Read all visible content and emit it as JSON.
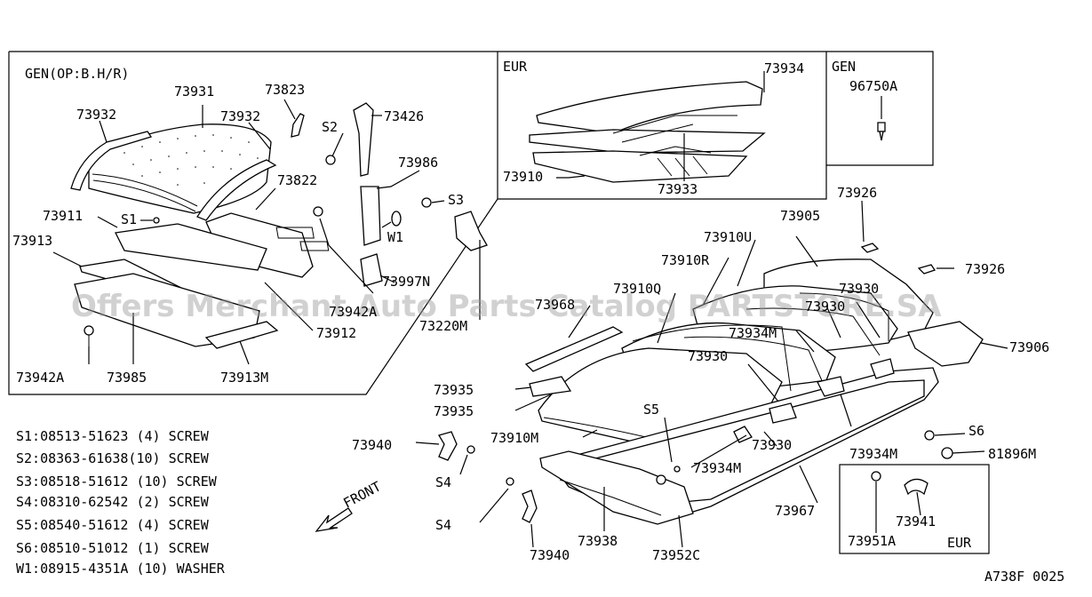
{
  "diagram": {
    "code": "A738F 0025",
    "watermark": "Offers Merchant Auto Parts Catalog PARTSTORE.SA",
    "front_label": "FRONT",
    "sections": {
      "gen_op": "GEN(OP:B.H/R)",
      "eur_top": "EUR",
      "gen_right": "GEN",
      "eur_bottom": "EUR"
    },
    "parts": {
      "p73931": "73931",
      "p73823": "73823",
      "p73932a": "73932",
      "p73932b": "73932",
      "s2": "S2",
      "p73426": "73426",
      "p73986": "73986",
      "p73822": "73822",
      "s3": "S3",
      "p73911": "73911",
      "s1": "S1",
      "p73913": "73913",
      "w1": "W1",
      "p73997n": "73997N",
      "p73942a_mid": "73942A",
      "p73912": "73912",
      "p73220m": "73220M",
      "p73942a": "73942A",
      "p73985": "73985",
      "p73913m": "73913M",
      "p73934_eur": "73934",
      "p73910_eur": "73910",
      "p73933": "73933",
      "p96750a": "96750A",
      "p73926a": "73926",
      "p73926b": "73926",
      "p73905": "73905",
      "p73910u": "73910U",
      "p73910r": "73910R",
      "p73910q": "73910Q",
      "p73968": "73968",
      "p73930a": "73930",
      "p73930b": "73930",
      "p73930c": "73930",
      "p73930d": "73930",
      "p73934m_a": "73934M",
      "p73934m_b": "73934M",
      "p73934m_c": "73934M",
      "p73906": "73906",
      "p73935a": "73935",
      "p73935b": "73935",
      "s5": "S5",
      "p73910m": "73910M",
      "p73940a": "73940",
      "p73940b": "73940",
      "s4a": "S4",
      "s4b": "S4",
      "s6": "S6",
      "p81896m": "81896M",
      "p73967": "73967",
      "p73938": "73938",
      "p73952c": "73952C",
      "p73951a": "73951A",
      "p73941": "73941"
    },
    "legend": [
      "S1:08513-51623 (4) SCREW",
      "S2:08363-61638(10) SCREW",
      "S3:08518-51612 (10) SCREW",
      "S4:08310-62542 (2) SCREW",
      "S5:08540-51612 (4) SCREW",
      "S6:08510-51012  (1) SCREW",
      "W1:08915-4351A (10) WASHER"
    ]
  }
}
